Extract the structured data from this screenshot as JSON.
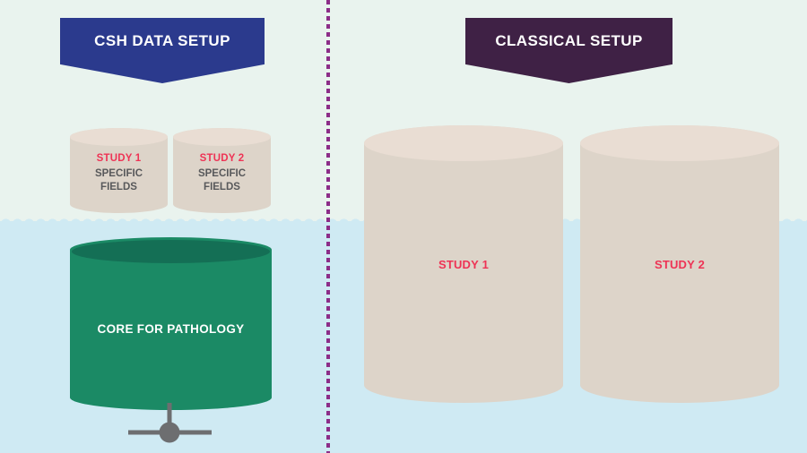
{
  "left": {
    "banner": "CSH DATA SETUP",
    "study1": {
      "name": "STUDY 1",
      "fields": "SPECIFIC FIELDS"
    },
    "study2": {
      "name": "STUDY 2",
      "fields": "SPECIFIC FIELDS"
    },
    "core": {
      "name": "CORE FOR PATHOLOGY"
    }
  },
  "right": {
    "banner": "CLASSICAL SETUP",
    "study1": {
      "name": "STUDY 1"
    },
    "study2": {
      "name": "STUDY 2"
    }
  },
  "icons": {
    "node": "network-node-icon"
  },
  "colors": {
    "background_top": "#e9f3ee",
    "background_bottom": "#cfeaf3",
    "csh_banner_blue": "#2b3a8d",
    "classical_banner_purple": "#3f2145",
    "cylinder_beige_body": "#ddd4c9",
    "cylinder_beige_top": "#e9ddd3",
    "cylinder_green_body": "#1b8a65",
    "cylinder_green_top": "#146f55",
    "study_label_red": "#ee3355",
    "fields_label_gray": "#58595b",
    "divider_purple": "#8c2d88",
    "node_gray": "#6d6e70"
  }
}
